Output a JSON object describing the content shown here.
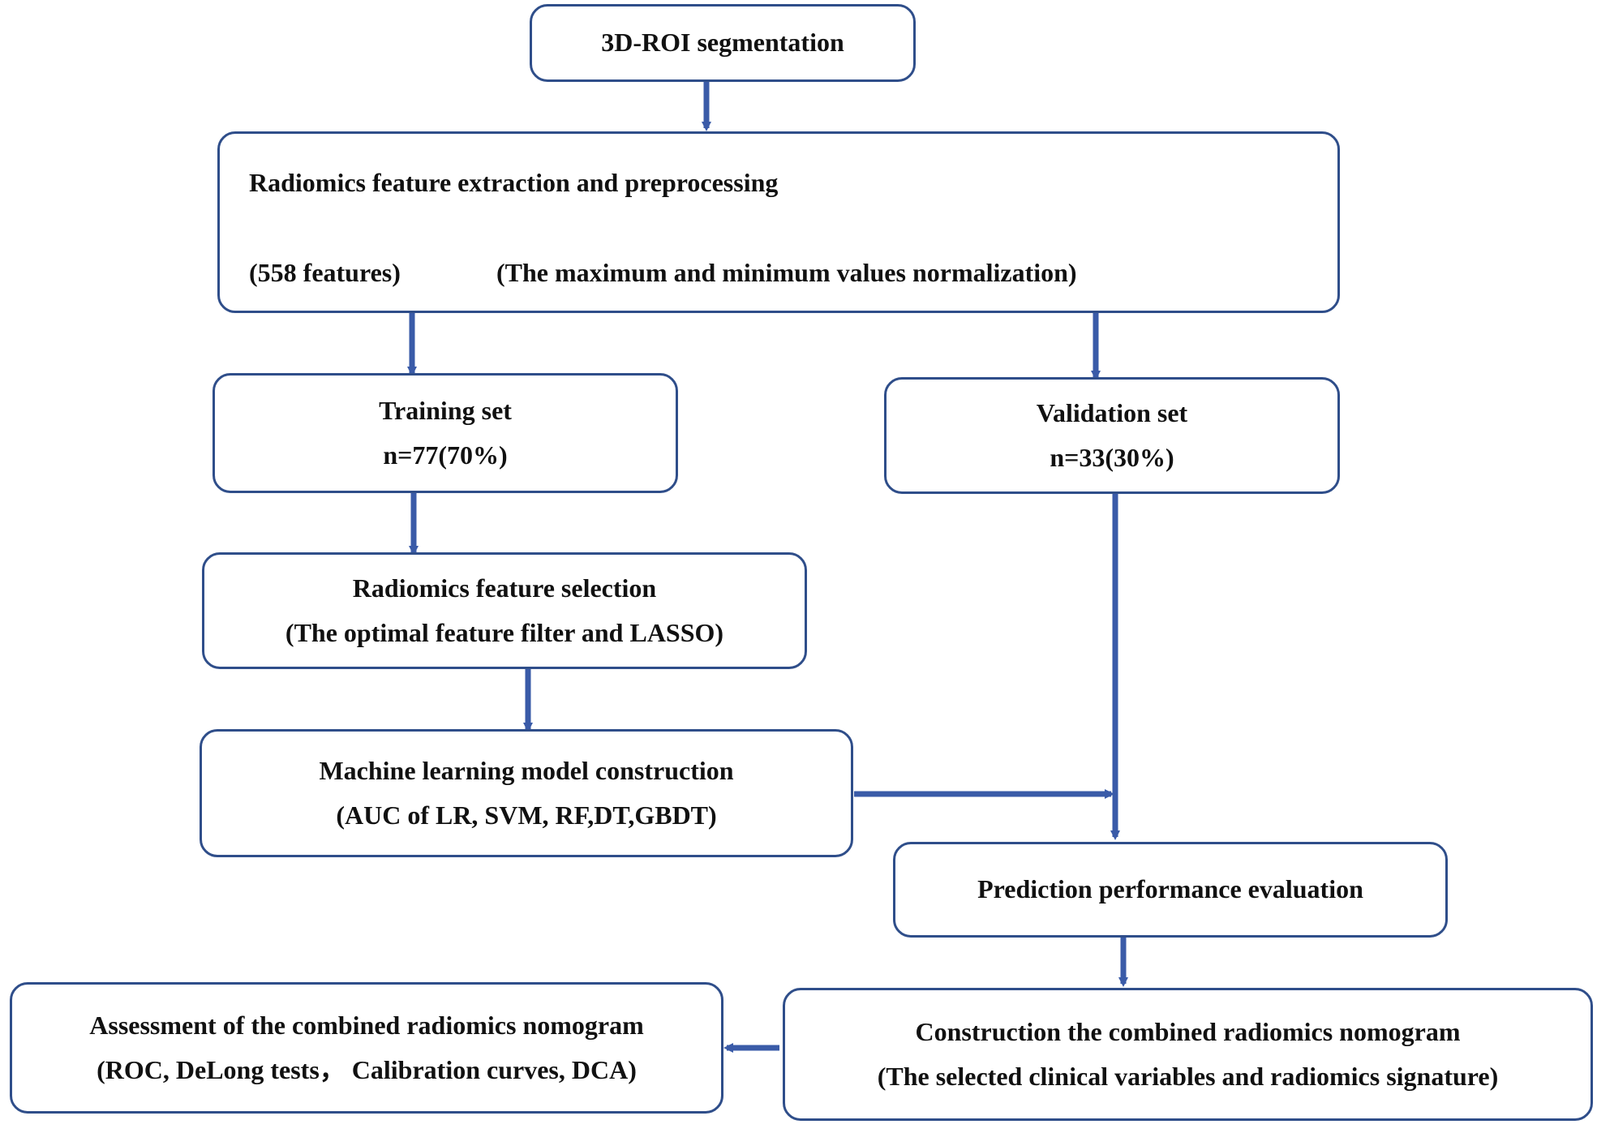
{
  "diagram": {
    "roi_box": {
      "title": "3D-ROI segmentation"
    },
    "extraction_box": {
      "title": "Radiomics feature extraction and preprocessing",
      "features_note": "(558 features)",
      "normalization_note": "(The maximum and minimum values normalization)"
    },
    "training_box": {
      "title": "Training set",
      "count": "n=77(70%)"
    },
    "validation_box": {
      "title": "Validation set",
      "count": "n=33(30%)"
    },
    "selection_box": {
      "title": "Radiomics feature selection",
      "detail": "(The optimal feature filter and LASSO)"
    },
    "ml_box": {
      "title": "Machine learning model construction",
      "detail": "(AUC of LR, SVM, RF,DT,GBDT)"
    },
    "prediction_box": {
      "title": "Prediction performance evaluation"
    },
    "construction_box": {
      "title": "Construction the combined radiomics nomogram",
      "detail": "(The selected clinical variables and radiomics signature)"
    },
    "assessment_box": {
      "title": "Assessment of the combined radiomics nomogram",
      "detail": "(ROC, DeLong tests， Calibration curves, DCA)"
    }
  },
  "colors": {
    "box_border": "#2F4E8A",
    "arrow": "#3A5BA8",
    "text": "#111111"
  }
}
